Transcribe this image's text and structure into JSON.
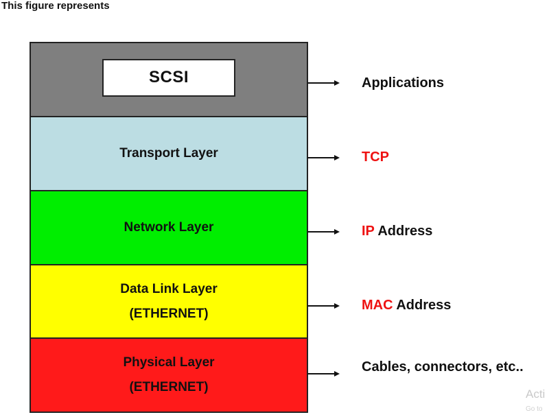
{
  "heading": "This figure represents",
  "layers": [
    {
      "label": "SCSI",
      "color": "#7f7f7f"
    },
    {
      "label": "Transport Layer",
      "color": "#bcdde3"
    },
    {
      "label": "Network Layer",
      "color": "#00ee00"
    },
    {
      "label": "Data Link Layer",
      "sublabel": "(ETHERNET)",
      "color": "#ffff00"
    },
    {
      "label": "Physical Layer",
      "sublabel": "(ETHERNET)",
      "color": "#ff1a1a"
    }
  ],
  "mappings": [
    {
      "text": "Applications"
    },
    {
      "highlight": "TCP",
      "highlight_color": "#ee1111"
    },
    {
      "highlight": "IP",
      "text": " Address",
      "highlight_color": "#ee1111"
    },
    {
      "highlight": "MAC",
      "text": " Address",
      "highlight_color": "#ee1111"
    },
    {
      "text": "Cables, connectors, etc.."
    }
  ],
  "watermark": {
    "line1": "Acti",
    "line2": "Go to"
  }
}
